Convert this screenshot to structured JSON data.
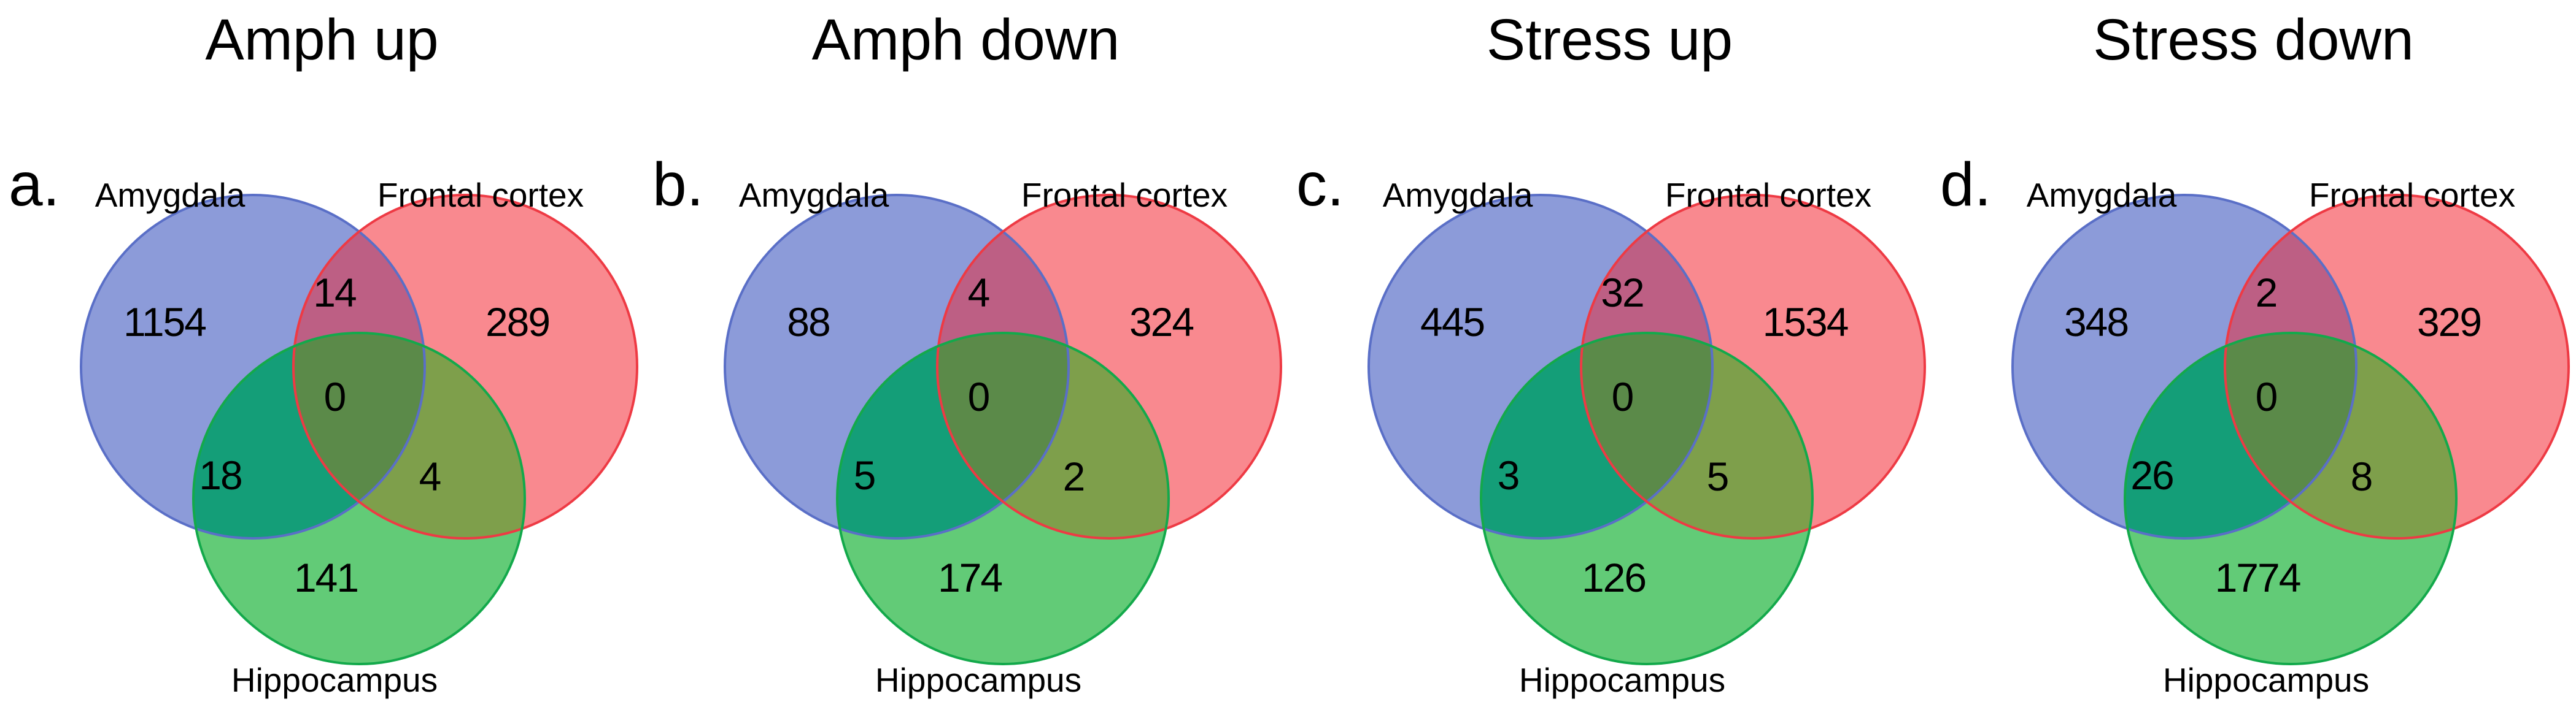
{
  "figure": {
    "set_labels": {
      "left": "Amygdala",
      "right": "Frontal cortex",
      "bottom": "Hippocampus"
    },
    "colors": {
      "background": "#ffffff",
      "text": "#000000",
      "blue_fill": "#8c9bd9",
      "blue_stroke": "#5a6fc7",
      "red_fill": "#f9898f",
      "red_stroke": "#ee3a44",
      "green_fill": "#62cb77",
      "green_stroke": "#13a94b",
      "blue_red_overlap": "#bd5f84",
      "blue_green_overlap": "#149e78",
      "red_green_overlap": "#7e9f4b",
      "center_overlap": "#5b8a49"
    },
    "panels": [
      {
        "letter": "a.",
        "title": "Amph up",
        "counts": {
          "amygdala_only": "1154",
          "amygdala_frontal": "14",
          "frontal_only": "289",
          "all_three": "0",
          "amygdala_hippocampus": "18",
          "frontal_hippocampus": "4",
          "hippocampus_only": "141"
        }
      },
      {
        "letter": "b.",
        "title": "Amph down",
        "counts": {
          "amygdala_only": "88",
          "amygdala_frontal": "4",
          "frontal_only": "324",
          "all_three": "0",
          "amygdala_hippocampus": "5",
          "frontal_hippocampus": "2",
          "hippocampus_only": "174"
        }
      },
      {
        "letter": "c.",
        "title": "Stress up",
        "counts": {
          "amygdala_only": "445",
          "amygdala_frontal": "32",
          "frontal_only": "1534",
          "all_three": "0",
          "amygdala_hippocampus": "3",
          "frontal_hippocampus": "5",
          "hippocampus_only": "126"
        }
      },
      {
        "letter": "d.",
        "title": "Stress down",
        "counts": {
          "amygdala_only": "348",
          "amygdala_frontal": "2",
          "frontal_only": "329",
          "all_three": "0",
          "amygdala_hippocampus": "26",
          "frontal_hippocampus": "8",
          "hippocampus_only": "1774"
        }
      }
    ]
  },
  "chart_data": [
    {
      "type": "venn",
      "title": "Amph up",
      "sets": [
        "Amygdala",
        "Frontal cortex",
        "Hippocampus"
      ],
      "values": {
        "Amygdala_only": 1154,
        "Frontal_cortex_only": 289,
        "Hippocampus_only": 141,
        "Amygdala_and_Frontal_cortex": 14,
        "Amygdala_and_Hippocampus": 18,
        "Frontal_cortex_and_Hippocampus": 4,
        "Amygdala_and_Frontal_cortex_and_Hippocampus": 0
      }
    },
    {
      "type": "venn",
      "title": "Amph down",
      "sets": [
        "Amygdala",
        "Frontal cortex",
        "Hippocampus"
      ],
      "values": {
        "Amygdala_only": 88,
        "Frontal_cortex_only": 324,
        "Hippocampus_only": 174,
        "Amygdala_and_Frontal_cortex": 4,
        "Amygdala_and_Hippocampus": 5,
        "Frontal_cortex_and_Hippocampus": 2,
        "Amygdala_and_Frontal_cortex_and_Hippocampus": 0
      }
    },
    {
      "type": "venn",
      "title": "Stress up",
      "sets": [
        "Amygdala",
        "Frontal cortex",
        "Hippocampus"
      ],
      "values": {
        "Amygdala_only": 445,
        "Frontal_cortex_only": 1534,
        "Hippocampus_only": 126,
        "Amygdala_and_Frontal_cortex": 32,
        "Amygdala_and_Hippocampus": 3,
        "Frontal_cortex_and_Hippocampus": 5,
        "Amygdala_and_Frontal_cortex_and_Hippocampus": 0
      }
    },
    {
      "type": "venn",
      "title": "Stress down",
      "sets": [
        "Amygdala",
        "Frontal cortex",
        "Hippocampus"
      ],
      "values": {
        "Amygdala_only": 348,
        "Frontal_cortex_only": 329,
        "Hippocampus_only": 1774,
        "Amygdala_and_Frontal_cortex": 2,
        "Amygdala_and_Hippocampus": 26,
        "Frontal_cortex_and_Hippocampus": 8,
        "Amygdala_and_Frontal_cortex_and_Hippocampus": 0
      }
    }
  ]
}
